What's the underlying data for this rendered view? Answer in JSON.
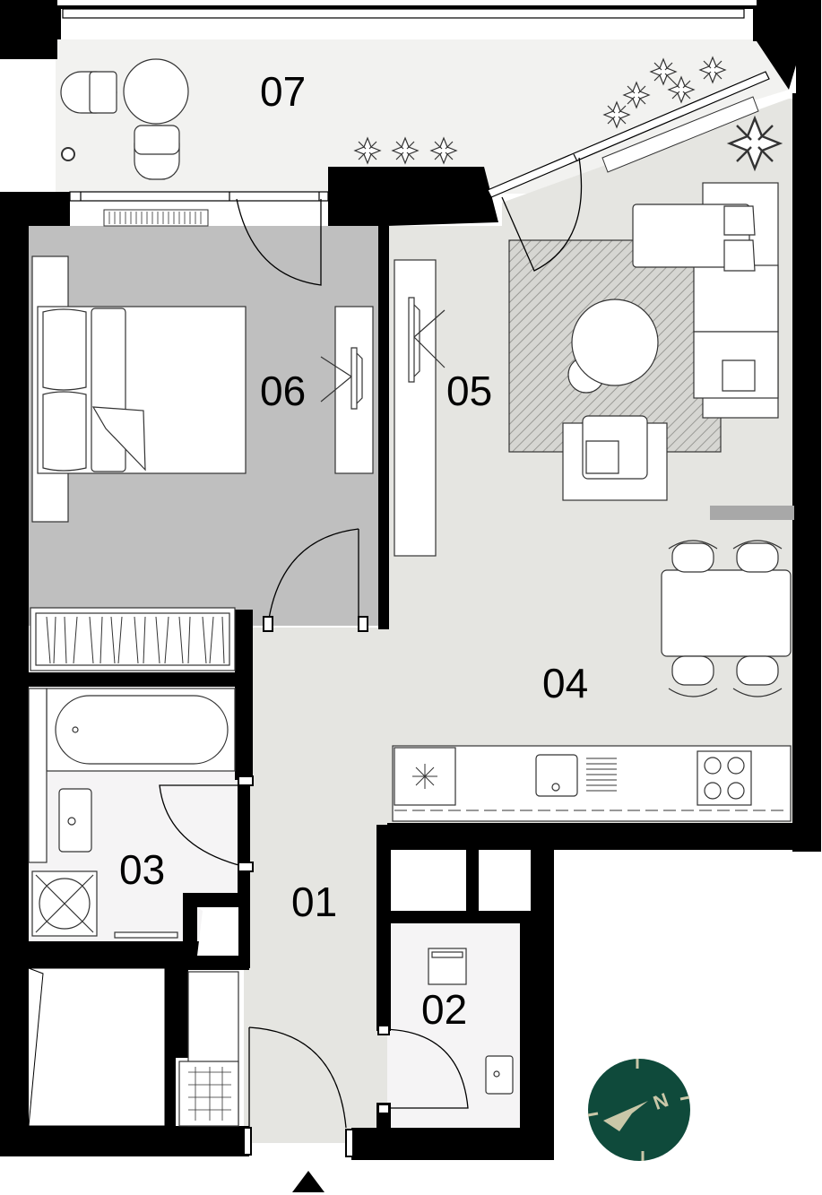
{
  "rooms": [
    {
      "id": "01",
      "label": "01"
    },
    {
      "id": "02",
      "label": "02"
    },
    {
      "id": "03",
      "label": "03"
    },
    {
      "id": "04",
      "label": "04"
    },
    {
      "id": "05",
      "label": "05"
    },
    {
      "id": "06",
      "label": "06"
    },
    {
      "id": "07",
      "label": "07"
    }
  ],
  "compass": {
    "letter": "N"
  },
  "colors": {
    "wall": "#000000",
    "floor_light": "#e5e5e1",
    "floor_balcony": "#f2f2f0",
    "floor_bedroom": "#bfbfbf",
    "floor_wet": "#f5f4f5",
    "compass_bg": "#0f4a3b",
    "compass_fg": "#c9c7a8"
  }
}
